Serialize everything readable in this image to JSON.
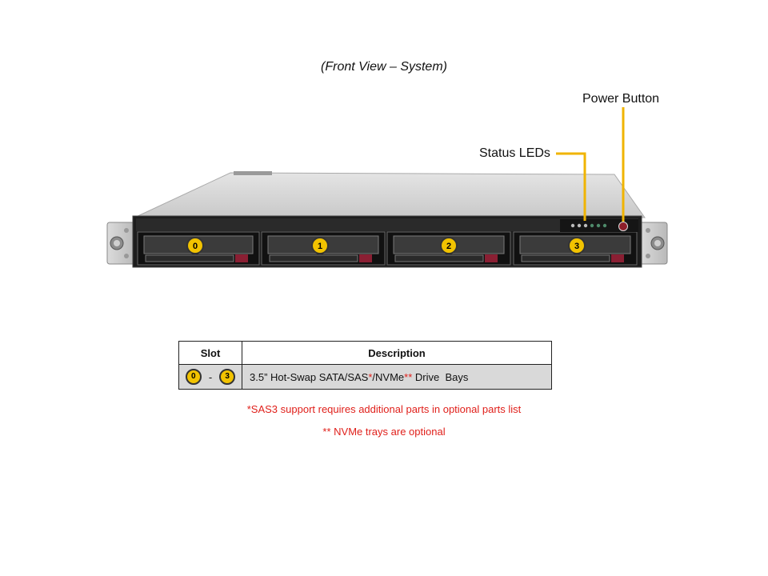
{
  "caption": "(Front View – System)",
  "callouts": {
    "power": "Power Button",
    "status": "Status LEDs"
  },
  "bays": [
    "0",
    "1",
    "2",
    "3"
  ],
  "table": {
    "headers": {
      "slot": "Slot",
      "description": "Description"
    },
    "row": {
      "slot_from": "0",
      "slot_sep": "-",
      "slot_to": "3",
      "desc_parts": [
        "3.5” Hot-Swap SATA/SAS",
        "*",
        "/NVMe",
        "**",
        " Drive  Bays"
      ]
    }
  },
  "notes": [
    "*SAS3 support requires additional parts in optional parts list",
    "** NVMe trays are optional"
  ],
  "colors": {
    "accent": "#f2c300",
    "leader_line": "#f0b400",
    "note_red": "#e0201b"
  }
}
